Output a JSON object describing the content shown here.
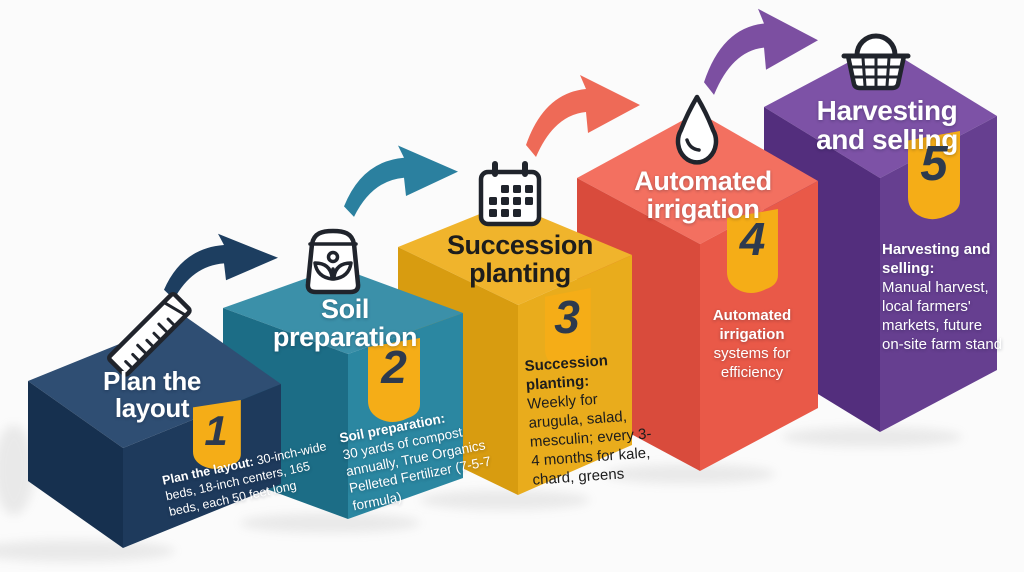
{
  "canvas": {
    "background": "#fbfbfb"
  },
  "palette": {
    "badge": "#f5ad17",
    "number": "#2d3a4e",
    "icon_stroke": "#20242c",
    "title_light": "#ffffff",
    "title_dark": "#1d1d1d"
  },
  "steps": [
    {
      "number": "1",
      "title": "Plan the\nlayout",
      "desc_bold": "Plan the layout:",
      "desc_rest": " 30-inch-wide beds, 18-inch centers, 165 beds, each 50 feet long",
      "icon": "ruler-icon",
      "colors": {
        "top": "#2f4e73",
        "left": "#16304f",
        "front": "#1e3a5c",
        "arrow": "#1d3e60"
      }
    },
    {
      "number": "2",
      "title": "Soil\npreparation",
      "desc_bold": "Soil preparation:",
      "desc_rest": "\n30 yards of compost annually, True Organics Pelleted Fertilizer (7-5-7 formula)",
      "icon": "fertilizer-bag-icon",
      "colors": {
        "top": "#3b90a9",
        "left": "#1c6d86",
        "front": "#2b87a1",
        "arrow": "#2b809f"
      }
    },
    {
      "number": "3",
      "title": "Succession\nplanting",
      "desc_bold": "Succession planting:",
      "desc_rest": "\nWeekly for arugula, salad, mesculin; every 3-4 months for kale, chard, greens",
      "icon": "calendar-icon",
      "colors": {
        "top": "#f0b42c",
        "left": "#d89c10",
        "front": "#e9ac1c",
        "arrow": "#ee6a57"
      }
    },
    {
      "number": "4",
      "title": "Automated\nirrigation",
      "desc_bold": "Automated irrigation",
      "desc_rest": "\nsystems for efficiency",
      "icon": "water-drop-icon",
      "colors": {
        "top": "#f37060",
        "left": "#d94b3c",
        "front": "#e95948",
        "arrow": "#7c4fa1"
      }
    },
    {
      "number": "5",
      "title": "Harvesting\nand selling",
      "desc_bold": "Harvesting and selling:",
      "desc_rest": "\nManual harvest, local farmers' markets, future on-site farm stand",
      "icon": "basket-icon",
      "colors": {
        "top": "#7d52a6",
        "left": "#532e7d",
        "front": "#663f90"
      }
    }
  ]
}
